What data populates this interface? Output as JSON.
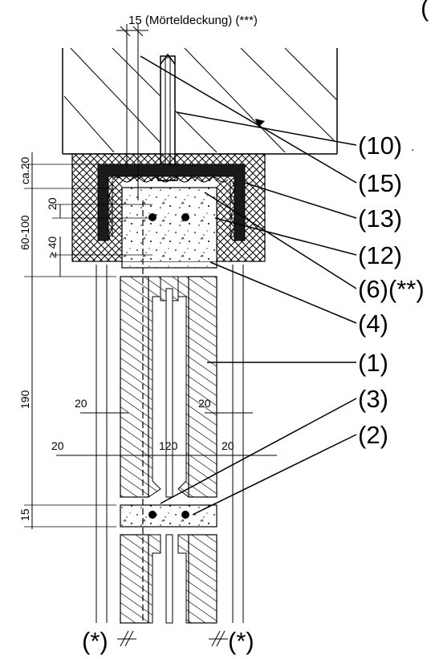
{
  "header_note": "15 (Mörteldeckung) (***)",
  "corner_mark": "(",
  "dot_mark": ".",
  "callouts": [
    "(10)",
    "(15)",
    "(13)",
    "(12)",
    "(6)(**)",
    "(4)",
    "(1)",
    "(3)",
    "(2)"
  ],
  "dimensions_vertical": [
    "ca.20",
    "20",
    "60-100",
    "≥ 40",
    "190",
    "15"
  ],
  "dimensions_horizontal": [
    "20",
    "20",
    "20",
    "120",
    "20"
  ],
  "bottom_marks": [
    "(*)",
    "(*)"
  ]
}
